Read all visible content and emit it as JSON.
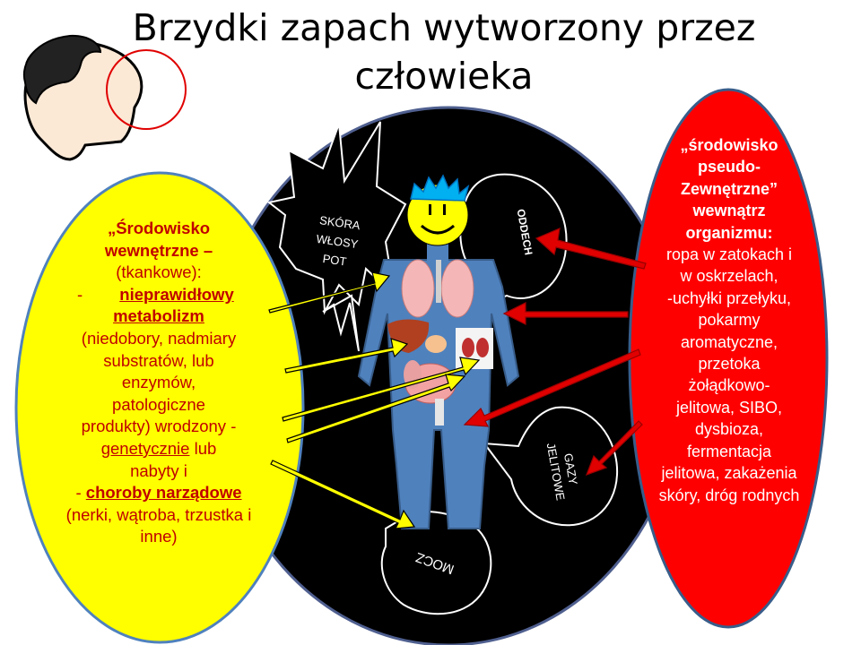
{
  "title": "Brzydki zapach wytworzony przez człowieka",
  "bubbles": {
    "skin": [
      "SKÓRA",
      "WŁOSY",
      "POT"
    ],
    "breath": "ODDECH",
    "gas": [
      "GAZY",
      "JELITOWE"
    ],
    "urine": "MOCZ"
  },
  "left_panel": {
    "heading1": "„Środowisko",
    "heading2": "wewnętrzne –",
    "heading3": "(tkankowe):",
    "item1_prefix": "-",
    "item1_a": "nieprawidłowy",
    "item1_b": "metabolizm",
    "item1_lines": [
      "(niedobory, nadmiary",
      "substratów, lub",
      "enzymów,",
      "patologiczne",
      "produkty) wrodzony -"
    ],
    "genetic": "genetycznie",
    "or_word": "lub",
    "acquired": "nabyty i",
    "item2_prefix": "-",
    "item2": "choroby narządowe",
    "item2_lines": [
      "(nerki, wątroba, trzustka i",
      "inne)"
    ]
  },
  "right_panel": {
    "heading": [
      "„środowisko",
      "pseudo-",
      "Zewnętrzne”",
      "wewnątrz",
      "organizmu:"
    ],
    "lines": [
      "ropa w zatokach i",
      "w oskrzelach,",
      "-uchyłki przełyku,",
      "pokarmy",
      "aromatyczne,",
      "przetoka",
      "żołądkowo-",
      "jelitowa, SIBO,",
      "dysbioza,",
      "fermentacja",
      "jelitowa, zakażenia",
      "skóry, dróg rodnych"
    ]
  },
  "colors": {
    "left_fill": "#ffff00",
    "right_fill": "#ff0000",
    "body_fill": "#4f81bd",
    "head_fill": "#ffff00",
    "background_ellipse": "#000000"
  }
}
